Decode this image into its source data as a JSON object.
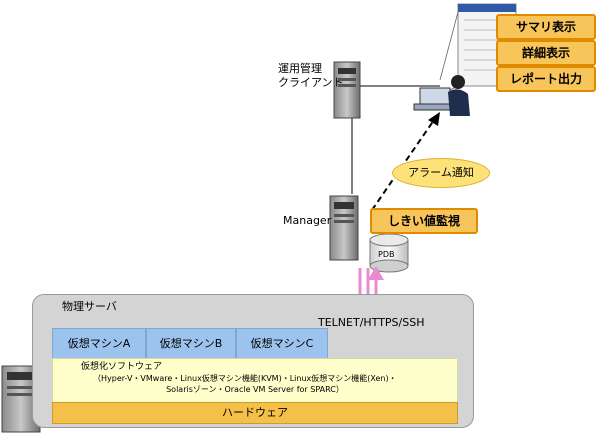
{
  "client": {
    "label_line1": "運用管理",
    "label_line2": "クライアント"
  },
  "manager": {
    "label": "Manager"
  },
  "pdb": {
    "label": "PDB"
  },
  "threshold": {
    "label": "しきい値監視"
  },
  "alarm": {
    "label": "アラーム通知"
  },
  "reports": {
    "items": [
      "サマリ表示",
      "詳細表示",
      "レポート出力"
    ]
  },
  "protocol": {
    "label": "TELNET/HTTPS/SSH"
  },
  "physical_server": {
    "label": "物理サーバ"
  },
  "vms": [
    "仮想マシンA",
    "仮想マシンB",
    "仮想マシンC"
  ],
  "virtualization": {
    "title": "仮想化ソフトウェア",
    "line1": "（Hyper-V・VMware・Linux仮想マシン機能(KVM)・Linux仮想マシン機能(Xen)・",
    "line2": "Solarisゾーン・Oracle VM Server for SPARC）"
  },
  "hardware": {
    "label": "ハードウェア"
  },
  "colors": {
    "orange": "#f7c55a",
    "orange_border": "#e08a00",
    "vm_blue": "#9cc3ee",
    "virt_yellow": "#ffffcc",
    "hw_orange": "#f5c04a",
    "pink_arrow": "#e98bd0"
  }
}
